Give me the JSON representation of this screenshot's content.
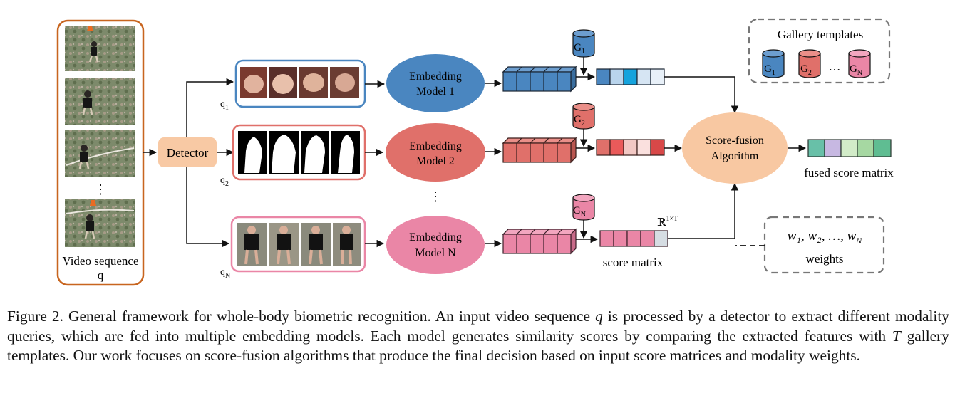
{
  "video": {
    "label_line1": "Video sequence",
    "label_line2": "q",
    "dots": "⋮"
  },
  "detector": {
    "label": "Detector"
  },
  "queries": [
    {
      "label": "q",
      "sub": "1",
      "modality": "face"
    },
    {
      "label": "q",
      "sub": "2",
      "modality": "silhouette"
    },
    {
      "label": "q",
      "sub": "N",
      "modality": "body"
    }
  ],
  "models": [
    {
      "line1": "Embedding",
      "line2": "Model 1"
    },
    {
      "line1": "Embedding",
      "line2": "Model 2"
    },
    {
      "line1": "Embedding",
      "line2": "Model N"
    }
  ],
  "model_dots": "⋮",
  "gallery_cylinders": [
    {
      "label": "G",
      "sub": "1"
    },
    {
      "label": "G",
      "sub": "2"
    },
    {
      "label": "G",
      "sub": "N"
    }
  ],
  "gallery_box": {
    "title": "Gallery templates",
    "items": [
      {
        "label": "G",
        "sub": "1"
      },
      {
        "label": "G",
        "sub": "2"
      },
      {
        "label": "G",
        "sub": "N"
      }
    ],
    "ellipsis": "…"
  },
  "score_matrix": {
    "label": "score matrix",
    "dim_base": "ℝ",
    "dim_sup": "1×T"
  },
  "fusion": {
    "line1": "Score-fusion",
    "line2": "Algorithm"
  },
  "fused": {
    "label": "fused score matrix"
  },
  "weights": {
    "formula": "w₁, w₂, …, w",
    "formula_sub": "N",
    "label": "weights"
  },
  "colors": {
    "blue": "#4a86c0",
    "red": "#e0706a",
    "pink": "#ea86a6",
    "orange_frame": "#c8651f",
    "detector": "#f8c9a4",
    "fusion": "#f8c8a2"
  },
  "caption": {
    "prefix": "Figure 2.  General framework for whole-body biometric recognition.  An input video sequence ",
    "q": "q",
    "mid1": " is processed by a detector to extract different modality queries, which are fed into multiple embedding models.  Each model generates similarity scores by comparing the extracted features with ",
    "T": "T",
    "mid2": " gallery templates. Our work focuses on score-fusion algorithms that produce the final decision based on input score matrices and modality weights."
  }
}
